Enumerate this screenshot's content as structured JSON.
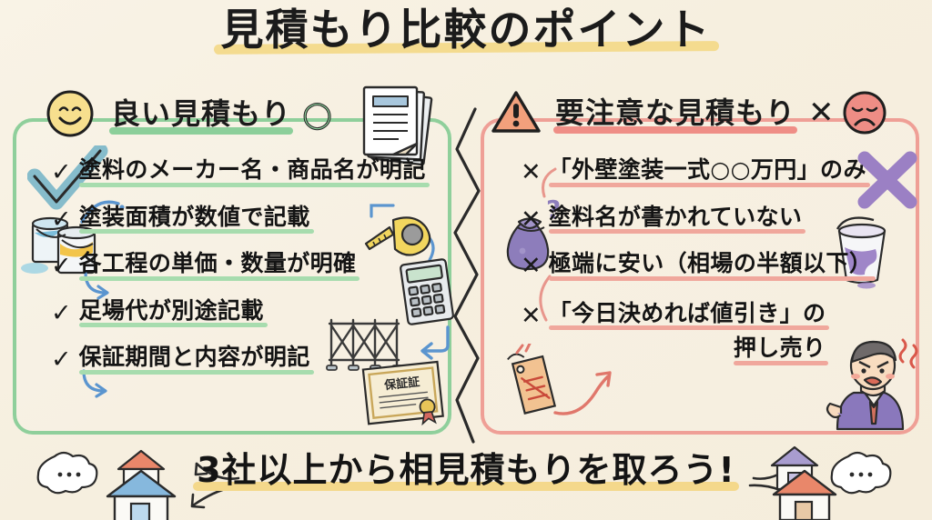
{
  "page": {
    "background_color": "#f7f0e2",
    "title": "見積もり比較のポイント",
    "title_highlight_color": "#f3d98a"
  },
  "good_panel": {
    "border_color": "#8fcf9b",
    "header": "良い見積もり",
    "header_mark": "○",
    "header_underline_color": "#8ccf9a",
    "face_icon": "smiley-face-icon",
    "items": [
      {
        "bullet": "✓",
        "text": "塗料のメーカー名・商品名が明記"
      },
      {
        "bullet": "✓",
        "text": "塗装面積が数値で記載"
      },
      {
        "bullet": "✓",
        "text": "各工程の単価・数量が明確"
      },
      {
        "bullet": "✓",
        "text": "足場代が別途記載"
      },
      {
        "bullet": "✓",
        "text": "保証期間と内容が明記"
      }
    ],
    "icons": [
      "documents-stack-icon",
      "big-checkmark-icon",
      "paint-cans-icon",
      "tape-measure-icon",
      "calculator-icon",
      "scaffolding-icon",
      "certificate-icon"
    ],
    "certificate_label": "保証証",
    "underline_color": "#a7dcae"
  },
  "warning_panel": {
    "border_color": "#ef9f96",
    "header": "要注意な見積もり",
    "header_mark": "✕",
    "header_underline_color": "#ef8e86",
    "warning_icon": "warning-triangle-icon",
    "face_icon": "sad-face-icon",
    "items": [
      {
        "bullet": "✕",
        "text": "「外壁塗装一式○○万円」のみ"
      },
      {
        "bullet": "✕",
        "text": "塗料名が書かれていない"
      },
      {
        "bullet": "✕",
        "text": "極端に安い（相場の半額以下）"
      },
      {
        "bullet": "✕",
        "text": "「今日決めれば値引き」の",
        "text2": "押し売り"
      }
    ],
    "icons": [
      "big-x-icon",
      "money-bag-icon",
      "question-mark-icon",
      "paint-bucket-icon",
      "price-tag-icon",
      "angry-salesman-icon",
      "curved-arrow-icon"
    ],
    "underline_color": "#f0a79c"
  },
  "footer": {
    "text": "3社以上から相見積もりを取ろう!",
    "highlight_color": "#f4d88b",
    "icons": [
      "thought-bubble-left-icon",
      "house-orange-left-icon",
      "house-blue-left-icon",
      "arrow-left-upper-icon",
      "arrow-left-lower-icon",
      "arrow-right-upper-icon",
      "arrow-right-lower-icon",
      "house-purple-right-icon",
      "house-orange-right-icon",
      "thought-bubble-right-icon"
    ]
  }
}
